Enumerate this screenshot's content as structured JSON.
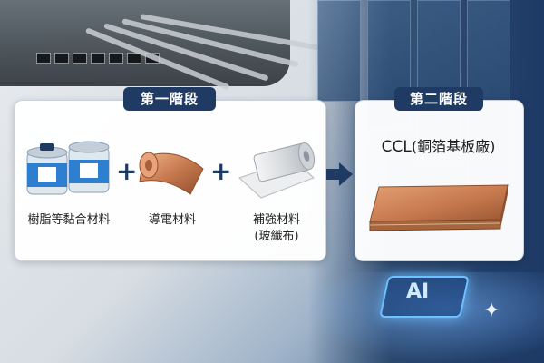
{
  "stage1": {
    "title": "第一階段",
    "items": [
      {
        "label": "樹脂等黏合材料"
      },
      {
        "label": "導電材料"
      },
      {
        "label_line1": "補強材料",
        "label_line2": "(玻織布)"
      }
    ],
    "plus_symbol": "+"
  },
  "stage2": {
    "title": "第二階段",
    "product_title": "CCL",
    "product_subtitle": "(銅箔基板廠)"
  },
  "background": {
    "chip_text": "AI"
  },
  "colors": {
    "badge": "#1f3b64",
    "copper": "#c7794e",
    "canister": "#2f7fd0"
  }
}
